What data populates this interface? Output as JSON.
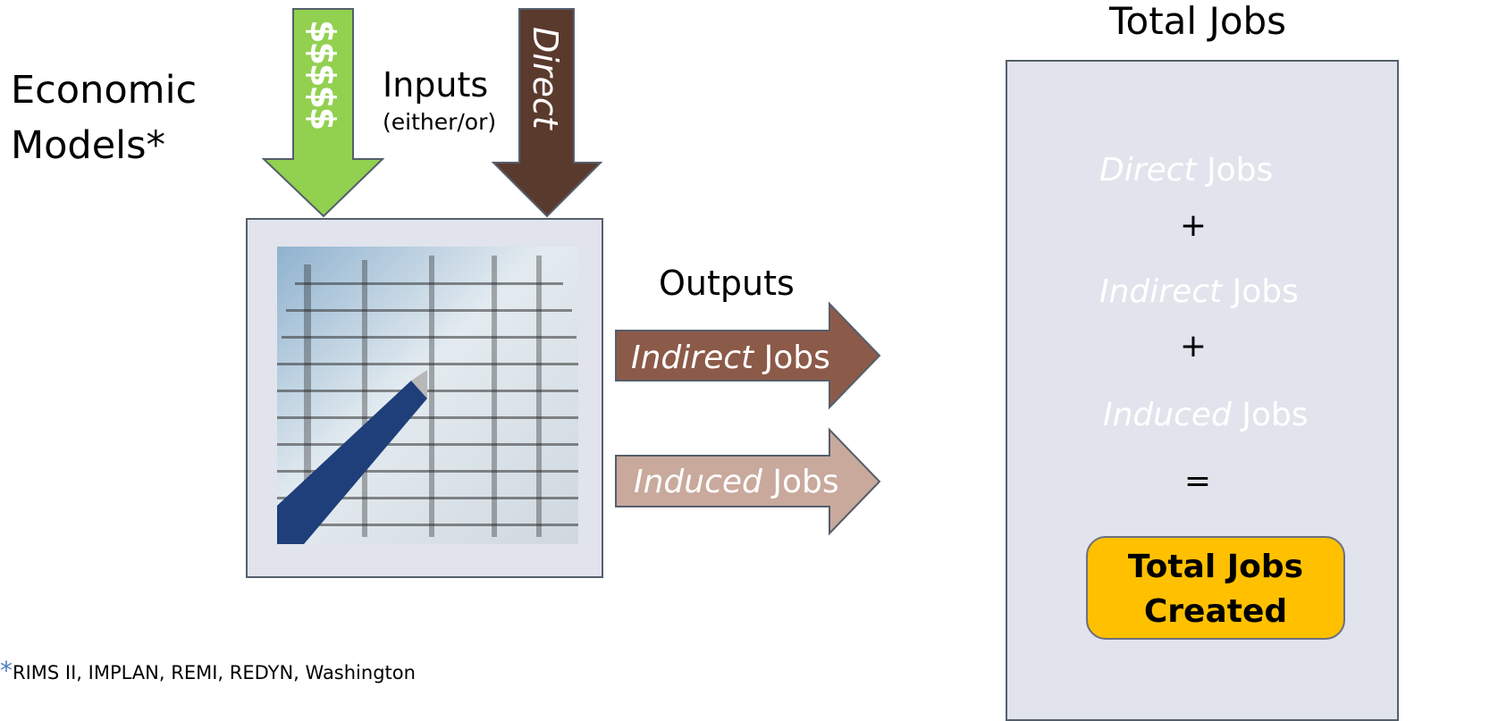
{
  "left_title": [
    "Economic",
    "Models*"
  ],
  "inputs": {
    "label": "Inputs",
    "sub": "(either/or)",
    "dollar_arrow": "$$$$$",
    "direct_arrow": "Direct"
  },
  "outputs": {
    "label": "Outputs",
    "indirect": {
      "em": "Indirect",
      "rest": " Jobs"
    },
    "induced": {
      "em": "Induced",
      "rest": " Jobs"
    }
  },
  "total": {
    "title": "Total Jobs",
    "direct": {
      "em": "Direct",
      "rest": " Jobs"
    },
    "indirect": {
      "em": "Indirect",
      "rest": " Jobs"
    },
    "induced": {
      "em": "Induced",
      "rest": " Jobs"
    },
    "plus1": "+",
    "plus2": "+",
    "equals": "=",
    "created_line1": "Total Jobs",
    "created_line2": "Created"
  },
  "footnote": {
    "star": "*",
    "text": "RIMS II, IMPLAN, REMI, REDYN, Washington"
  },
  "colors": {
    "green": "#92d050",
    "brown_dark": "#5b3a2e",
    "brown_mid": "#8c5a48",
    "brown_light": "#c9a99c",
    "gold": "#ffc000",
    "panel": "#e1e4ec",
    "border": "#545f6b"
  },
  "photo_icon": "spreadsheet-pen-photo"
}
